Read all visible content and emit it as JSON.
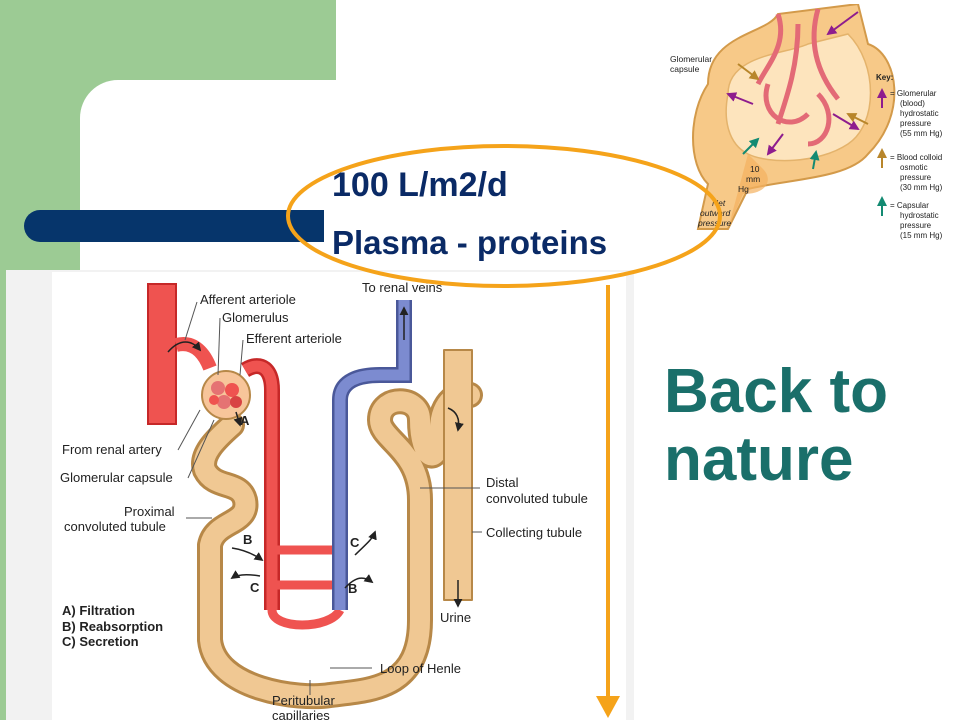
{
  "callout": {
    "rate": "100 L/m2/d",
    "content": "Plasma - proteins"
  },
  "side_text": {
    "line1": "Back to",
    "line2": "nature"
  },
  "nephron": {
    "labels": {
      "afferent": "Afferent arteriole",
      "glomerulus": "Glomerulus",
      "efferent": "Efferent arteriole",
      "renal_veins": "To renal veins",
      "renal_artery": "From renal artery",
      "capsule": "Glomerular capsule",
      "proximal_1": "Proximal",
      "proximal_2": "convoluted tubule",
      "distal_1": "Distal",
      "distal_2": "convoluted tubule",
      "collecting": "Collecting tubule",
      "urine": "Urine",
      "loop": "Loop of Henle",
      "peritubular_1": "Peritubular",
      "peritubular_2": "capillaries"
    },
    "markers": {
      "a": "A",
      "b": "B",
      "c": "C"
    },
    "legend": {
      "a": "A) Filtration",
      "b": "B) Reabsorption",
      "c": "C) Secretion"
    }
  },
  "glomerulus_inset": {
    "capsule_1": "Glomerular",
    "capsule_2": "capsule",
    "net_1": "10",
    "net_2": "mm",
    "net_3": "Hg",
    "net_4": "Net",
    "net_5": "outward",
    "net_6": "pressure",
    "key_title": "Key:",
    "key_glom": [
      "= Glomerular",
      "(blood)",
      "hydrostatic",
      "pressure",
      "(55 mm Hg)"
    ],
    "key_colloid": [
      "= Blood colloid",
      "osmotic",
      "pressure",
      "(30 mm Hg)"
    ],
    "key_capsular": [
      "= Capsular",
      "hydrostatic",
      "pressure",
      "(15 mm Hg)"
    ]
  },
  "colors": {
    "background_green": "#9ccb94",
    "navy_bar": "#06356b",
    "callout_ring": "#f5a31a",
    "arrow": "#f5a31a",
    "heading_teal": "#1a6f6a",
    "artery_red": "#e53935",
    "vein_blue": "#6b78b8",
    "tubule_tan": "#e8b87a"
  }
}
